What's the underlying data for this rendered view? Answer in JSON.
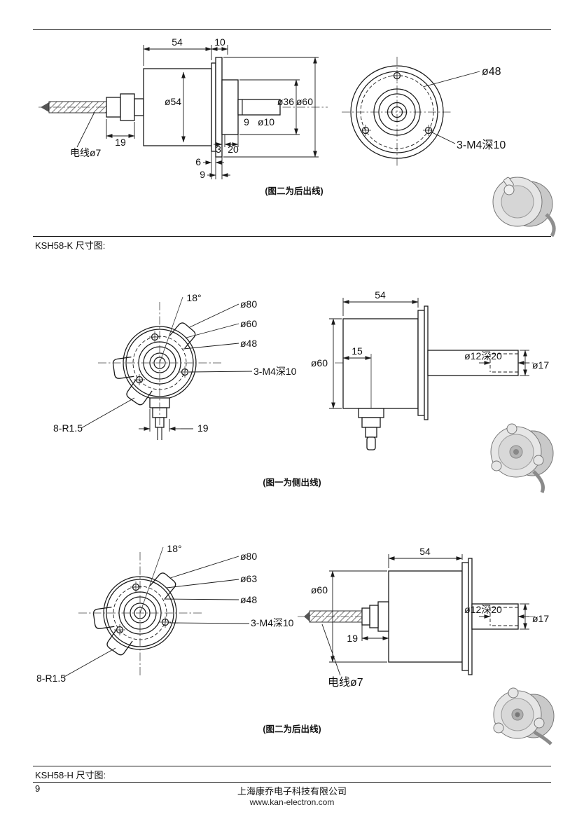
{
  "page": {
    "number": "9",
    "company": "上海康乔电子科技有限公司",
    "website": "www.kan-electron.com"
  },
  "sections": {
    "k_label": "KSH58-K 尺寸图:",
    "h_label": "KSH58-H 尺寸图:"
  },
  "fig1": {
    "caption": "(图二为后出线)",
    "dims": {
      "len54": "54",
      "len10": "10",
      "dia54": "ø54",
      "dia36": "ø36",
      "dia60": "ø60",
      "dia10": "ø10",
      "step9": "9",
      "len3": "3",
      "len20": "20",
      "len6": "6",
      "len9": "9",
      "len19": "19",
      "cable": "电线ø7",
      "dia48": "ø48",
      "screws": "3-M4深10"
    }
  },
  "fig2": {
    "caption": "(图一为侧出线)",
    "dims": {
      "angle18": "18°",
      "dia80": "ø80",
      "dia60": "ø60",
      "dia48": "ø48",
      "screws": "3-M4深10",
      "r15": "8-R1.5",
      "len19": "19",
      "len54": "54",
      "dia60_side": "ø60",
      "len15": "15",
      "bore": "ø12深20",
      "dia17": "ø17"
    }
  },
  "fig3": {
    "caption": "(图二为后出线)",
    "dims": {
      "angle18": "18°",
      "dia80": "ø80",
      "dia63": "ø63",
      "dia48": "ø48",
      "screws": "3-M4深10",
      "r15": "8-R1.5",
      "len54": "54",
      "dia60": "ø60",
      "len19": "19",
      "cable": "电线ø7",
      "bore": "ø12深20",
      "dia17": "ø17"
    }
  }
}
